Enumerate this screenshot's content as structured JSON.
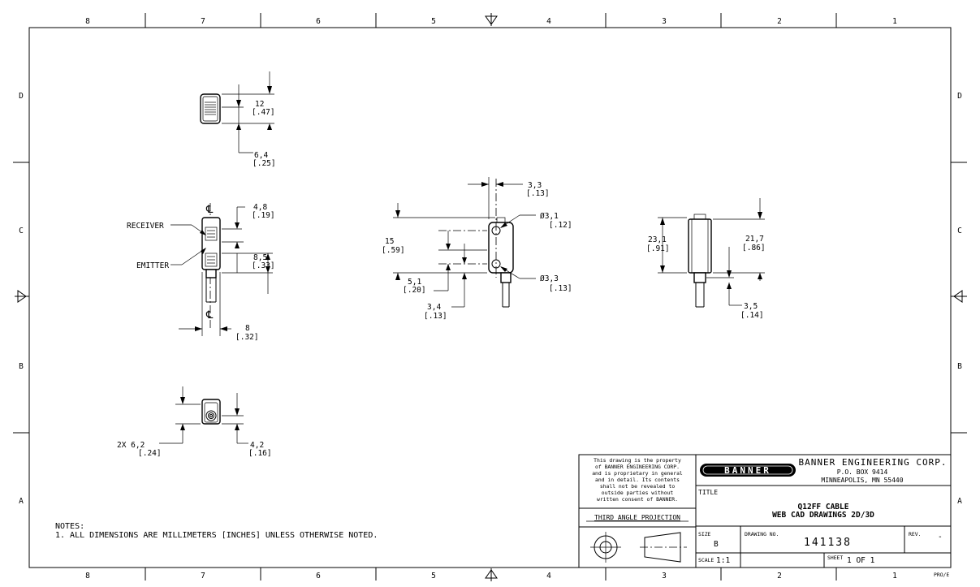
{
  "border": {
    "columns": [
      "8",
      "7",
      "6",
      "5",
      "4",
      "3",
      "2",
      "1"
    ],
    "rows": [
      "D",
      "C",
      "B",
      "A"
    ]
  },
  "dims": {
    "top_h": "12",
    "top_h_in": "[.47]",
    "top_w": "6,4",
    "top_w_in": "[.25]",
    "side_a": "4,8",
    "side_a_in": "[.19]",
    "side_b": "8,5",
    "side_b_in": "[.33]",
    "side_w": "8",
    "side_w_in": "[.32]",
    "front_w": "3,3",
    "front_w_in": "[.13]",
    "hole_top": "Ø3,1",
    "hole_top_in": "[.12]",
    "front_h": "15",
    "front_h_in": "[.59]",
    "front_c": "5,1",
    "front_c_in": "[.20]",
    "hole_bot": "Ø3,3",
    "hole_bot_in": "[.13]",
    "front_b": "3,4",
    "front_b_in": "[.13]",
    "right_h": "23,1",
    "right_h_in": "[.91]",
    "right_body": "21,7",
    "right_body_in": "[.86]",
    "right_cab": "3,5",
    "right_cab_in": "[.14]",
    "bot_w": "2X 6,2",
    "bot_w_in": "[.24]",
    "bot_h": "4,2",
    "bot_h_in": "[.16]"
  },
  "labels": {
    "receiver": "RECEIVER",
    "emitter": "EMITTER",
    "centerline": "℄"
  },
  "notes": {
    "heading": "NOTES:",
    "line1": "1. ALL DIMENSIONS ARE MILLIMETERS [INCHES] UNLESS OTHERWISE NOTED."
  },
  "title_block": {
    "legal": [
      "This drawing is the property",
      "of BANNER ENGINEERING CORP.",
      "and is proprietary in general",
      "and in detail.  Its contents",
      "shall not be revealed to",
      "outside parties without",
      "written consent of BANNER."
    ],
    "projection": "THIRD ANGLE PROJECTION",
    "logo": "BANNER",
    "company": "BANNER ENGINEERING CORP.",
    "address1": "P.O. BOX 9414",
    "address2": "MINNEAPOLIS, MN 55440",
    "title_label": "TITLE",
    "title1": "Q12FF CABLE",
    "title2": "WEB CAD DRAWINGS 2D/3D",
    "size_label": "SIZE",
    "size": "B",
    "dwg_label": "DRAWING NO.",
    "dwg_no": "141138",
    "rev_label": "REV.",
    "rev": "-",
    "scale_label": "SCALE",
    "scale": "1:1",
    "sheet_label": "SHEET",
    "sheet": "1 OF 1",
    "corner": "PRO/E"
  }
}
